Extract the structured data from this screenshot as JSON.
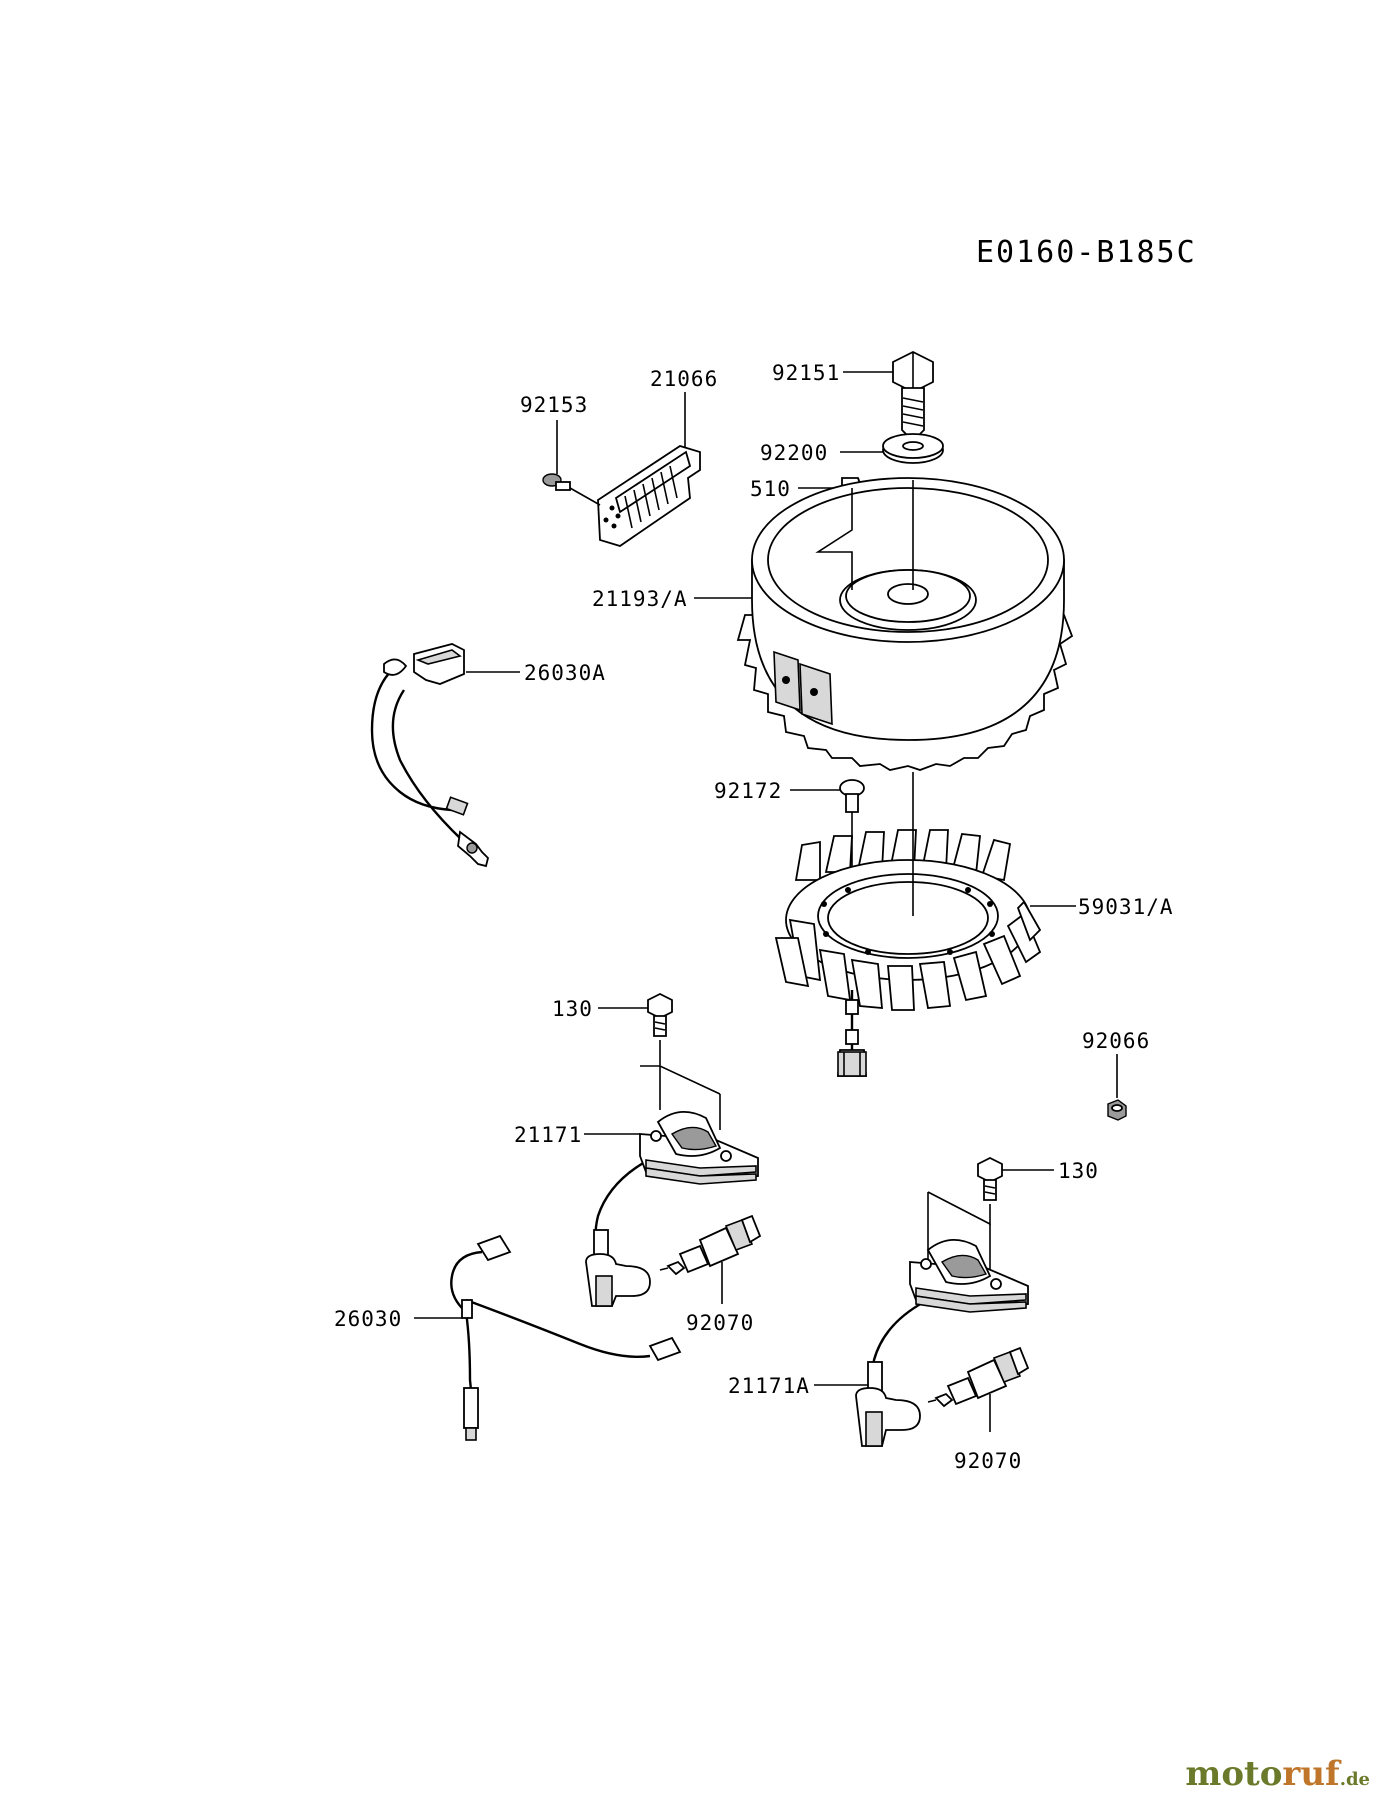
{
  "diagram_code": "E0160-B185C",
  "parts": {
    "p92151": "92151",
    "p92200": "92200",
    "p510": "510",
    "p21066": "21066",
    "p92153": "92153",
    "p21193A": "21193/A",
    "p26030A": "26030A",
    "p92172": "92172",
    "p59031A": "59031/A",
    "p130a": "130",
    "p92066": "92066",
    "p21171": "21171",
    "p130b": "130",
    "p26030": "26030",
    "p92070a": "92070",
    "p21171A": "21171A",
    "p92070b": "92070"
  },
  "watermark": {
    "main": "motoruf",
    "suffix": ".de"
  },
  "colors": {
    "line": "#000000",
    "background": "#ffffff",
    "watermark_green": "#6a7a2a",
    "watermark_orange": "#c0762a"
  }
}
